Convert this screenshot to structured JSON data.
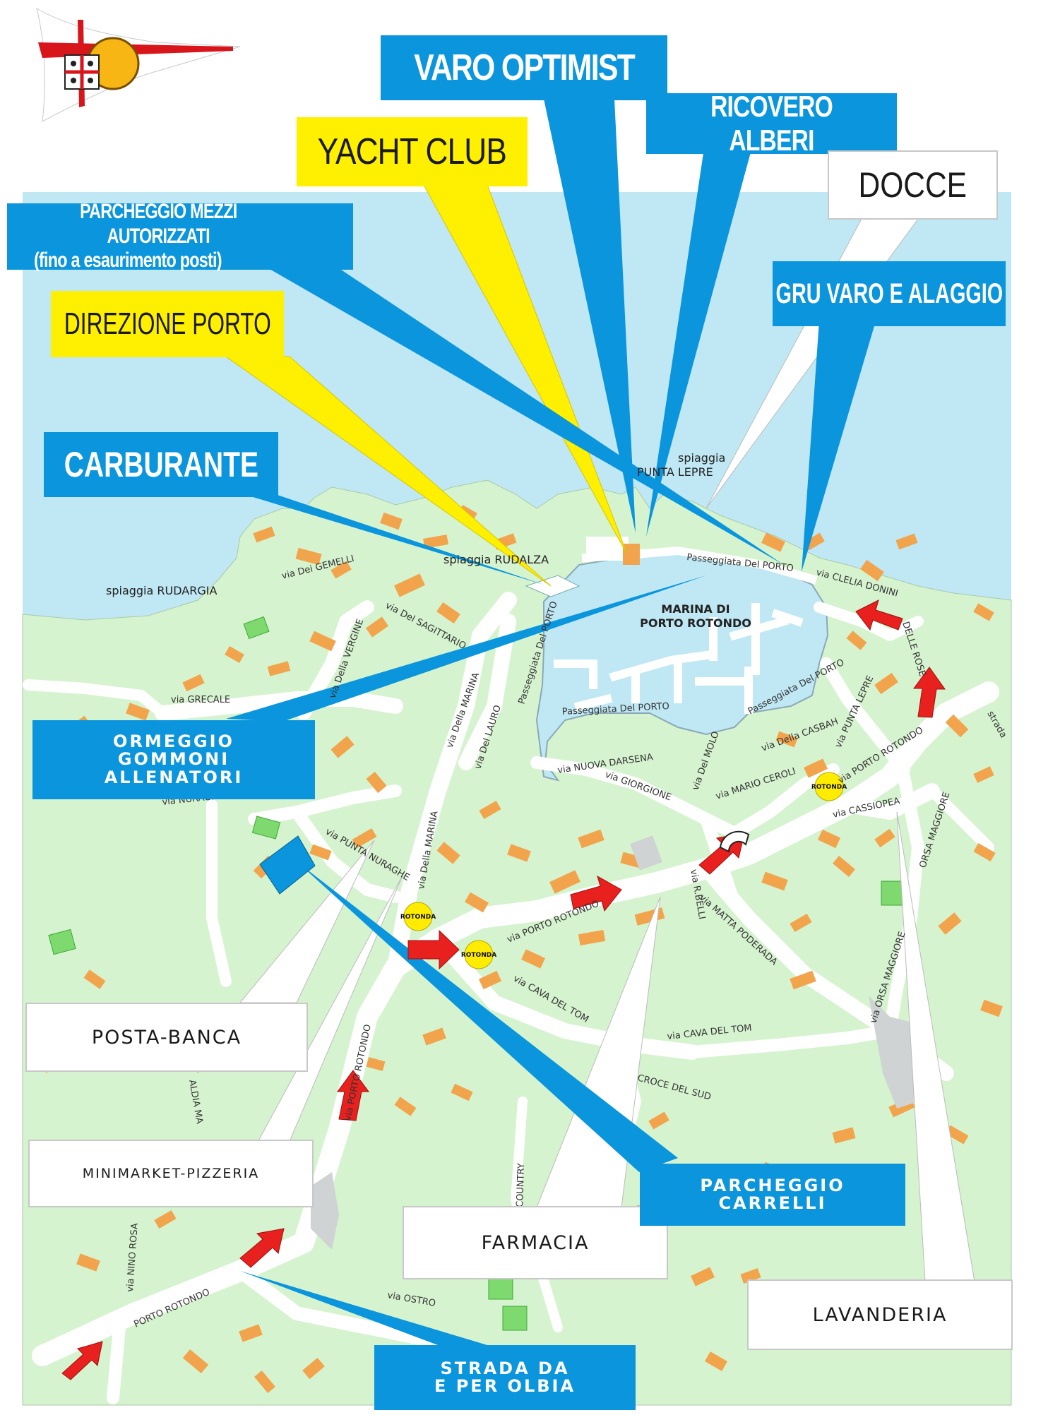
{
  "labels": {
    "varo_optimist": "VARO OPTIMIST",
    "ricovero_alberi": "RICOVERO ALBERI",
    "yacht_club": "YACHT CLUB",
    "docce": "DOCCE",
    "parcheggio_mezzi_line1": "PARCHEGGIO MEZZI AUTORIZZATI",
    "parcheggio_mezzi_line2": "(fino a esaurimento posti)",
    "gru_varo": "GRU VARO E ALAGGIO",
    "direzione_porto": "DIREZIONE PORTO",
    "carburante": "CARBURANTE",
    "ormeggio_line1": "ORMEGGIO",
    "ormeggio_line2": "GOMMONI",
    "ormeggio_line3": "ALLENATORI",
    "posta_banca": "POSTA-BANCA",
    "minimarket": "MINIMARKET-PIZZERIA",
    "farmacia": "FARMACIA",
    "parcheggio_carrelli_line1": "PARCHEGGIO",
    "parcheggio_carrelli_line2": "CARRELLI",
    "lavanderia": "LAVANDERIA",
    "strada_line1": "STRADA DA",
    "strada_line2": "E PER OLBIA"
  },
  "places": {
    "marina_line1": "MARINA DI",
    "marina_line2": "PORTO ROTONDO",
    "spiaggia_punta_lepre_1": "spiaggia",
    "spiaggia_punta_lepre_2": "PUNTA LEPRE",
    "spiaggia_rudalza": "spiaggia RUDALZA",
    "spiaggia_rudargia": "spiaggia RUDARGIA",
    "rotonda": "ROTONDA"
  },
  "streets": {
    "passeggiata_top": "Passeggiata Del PORTO",
    "passeggiata_bottom": "Passeggiata Del PORTO",
    "passeggiata_right": "Passeggiata Del PORTO",
    "passeggiata_left": "Passeggiata Del PORTO",
    "clelia": "via CLELIA DONINI",
    "delle_rose": "DELLE ROSE",
    "grecale": "via GRECALE",
    "della_vergine": "via Della VERGINE",
    "dei_gemelli": "via Dei GEMELLI",
    "del_sagittario": "via Del SAGITTARIO",
    "della_marina_1": "via Della MARINA",
    "della_marina_2": "via Della MARINA",
    "del_lauro": "via Del LAURO",
    "nuraghe": "via NURAGHE",
    "punta_nuraghe": "via PUNTA NURAGHE",
    "porto_rotondo_1": "via PORTO ROTONDO",
    "porto_rotondo_2": "via PORTO ROTONDO",
    "porto_rotondo_3": "via PORTO ROTONDO",
    "porto_rotondo_4": "PORTO ROTONDO",
    "cava_del_tom_1": "via CAVA DEL TOM",
    "cava_del_tom_2": "via CAVA DEL TOM",
    "matta_poderada": "via MATTA PODERADA",
    "orsa_maggiore_1": "ORSA MAGGIORE",
    "orsa_maggiore_2": "via ORSA MAGGIORE",
    "cassiopea": "via CASSIOPEA",
    "punta_lepre": "via PUNTA LEPRE",
    "giorgione": "via GIORGIONE",
    "del_molo": "via Del MOLO",
    "mario_ceroli": "via MARIO CEROLI",
    "nuova_darsena": "via NUOVA DARSENA",
    "r_belli": "via R.BELLI",
    "croce_del_sud": "CROCE DEL SUD",
    "country": "COUNTRY",
    "ostro": "via OSTRO",
    "nino_rosa": "via NINO ROSA",
    "aldia": "ALDIA MA",
    "della_casbah": "via Della CASBAH",
    "strada": "strada"
  },
  "colors": {
    "sea": "#bfe8f4",
    "land": "#d6f3cf",
    "road": "#ffffff",
    "building": "#f2a44c",
    "label_blue": "#0a95dd",
    "label_yellow": "#ffef00",
    "arrow_red": "#e8201e",
    "pointer_grey": "#e8e8e8"
  },
  "icons": {
    "flag": "sardinia-flag-pennant-icon",
    "arrow": "red-direction-arrow-icon",
    "rotonda": "roundabout-marker-icon"
  }
}
